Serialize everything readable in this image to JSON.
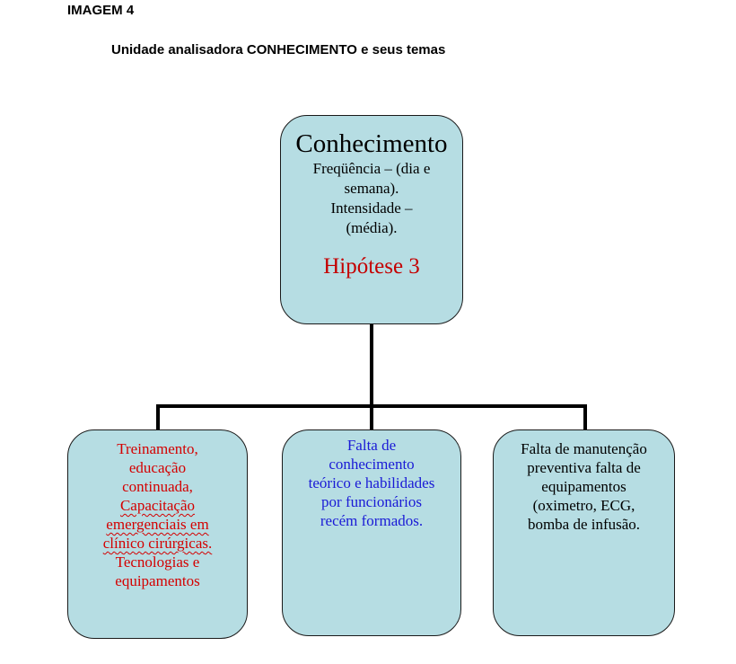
{
  "header": {
    "label": "IMAGEM 4",
    "subtitle": "Unidade analisadora CONHECIMENTO e seus temas"
  },
  "root": {
    "title": "Conhecimento",
    "lines": [
      "Freqüência – (dia e",
      "semana).",
      "Intensidade –",
      "(média)."
    ],
    "hypothesis": "Hipótese 3"
  },
  "children": {
    "left": [
      "Treinamento,",
      "educação",
      "continuada,",
      "Capacitação",
      "emergenciais em",
      "clínico cirúrgicas.",
      "Tecnologias e",
      "equipamentos"
    ],
    "middle": [
      "Falta de",
      "conhecimento",
      "teórico e habilidades",
      "por funcionários",
      "recém formados."
    ],
    "right": [
      "Falta de manutenção",
      "preventiva falta de",
      "equipamentos",
      "(oximetro, ECG,",
      "bomba de infusão."
    ]
  },
  "colors": {
    "box_fill": "#b6dde3",
    "left_text": "#d40000",
    "middle_text": "#1a1ad6",
    "right_text": "#000000",
    "hypothesis": "#c40000"
  }
}
